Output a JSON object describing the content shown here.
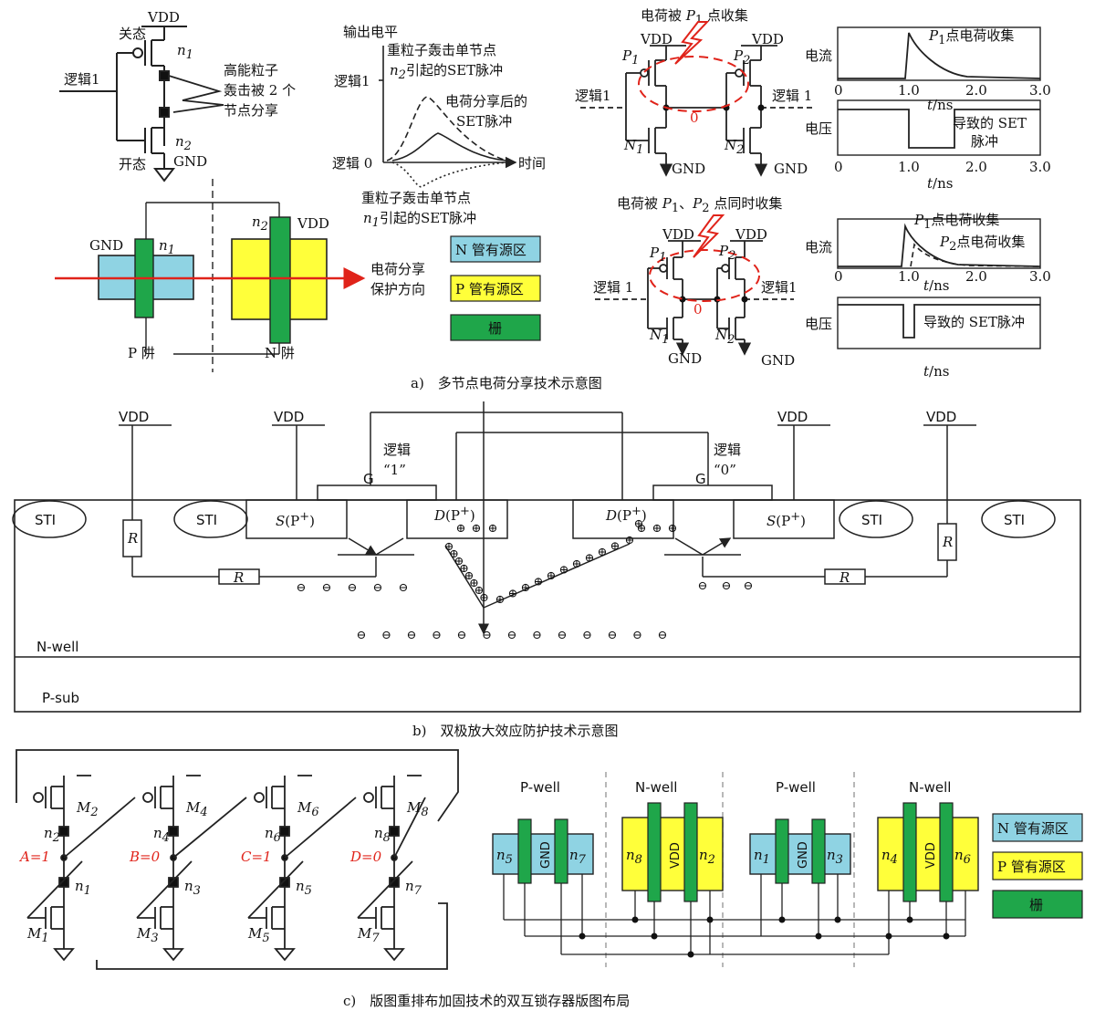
{
  "colors": {
    "n_active": "#8fd3e3",
    "p_active": "#ffff3a",
    "gate": "#1fa64a",
    "red": "#e0231a",
    "line": "#222222"
  },
  "legend": {
    "n_active": "N 管有源区",
    "p_active": "P 管有源区",
    "gate": "栅"
  },
  "panel_a": {
    "caption": "a)　多节点电荷分享技术示意图",
    "circuit": {
      "vdd": "VDD",
      "gnd": "GND",
      "off": "关态",
      "on": "开态",
      "logic1": "逻辑1",
      "n1": "n",
      "n1_sub": "1",
      "n2": "n",
      "n2_sub": "2",
      "note_l1": "高能粒子",
      "note_l2": "轰击被 2 个",
      "note_l3": "节点分享"
    },
    "waveform": {
      "ylabel": "输出电平",
      "logic1": "逻辑1",
      "logic0": "逻辑 0",
      "xlabel": "时间",
      "note_top_l1": "重粒子轰击单节点",
      "note_top_l2": "n",
      "note_top_l2_sub": "2",
      "note_top_l2_rest": "引起的SET脉冲",
      "note_mid_l1": "电荷分享后的",
      "note_mid_l2": "SET脉冲",
      "note_bot_l1": "重粒子轰击单节点",
      "note_bot_l2": "n",
      "note_bot_l2_sub": "1",
      "note_bot_l2_rest": "引起的SET脉冲"
    },
    "layout": {
      "gnd": "GND",
      "vdd": "VDD",
      "n1": "n",
      "n1_sub": "1",
      "n2": "n",
      "n2_sub": "2",
      "p_well": "P 阱",
      "n_well": "N 阱",
      "arrow_l1": "电荷分享",
      "arrow_l2": "保护方向"
    },
    "single": {
      "title_pre": "电荷被 ",
      "title_p": "P",
      "title_sub": "1",
      "title_post": " 点收集",
      "vdd": "VDD",
      "gnd": "GND",
      "p1": "P",
      "p1_sub": "1",
      "p2": "P",
      "p2_sub": "2",
      "n1": "N",
      "n1_sub": "1",
      "n2": "N",
      "n2_sub": "2",
      "logic_left": "逻辑1",
      "logic_right": "逻辑 1",
      "zero": "0",
      "current": "电流",
      "voltage": "电压",
      "cur_note_p": "P",
      "cur_note_sub": "1",
      "cur_note_post": "点电荷收集",
      "volt_note_l1": "导致的 SET",
      "volt_note_l2": "脉冲",
      "ticks": [
        "0",
        "1.0",
        "2.0",
        "3.0"
      ],
      "xunit_t": "t",
      "xunit": "/ns"
    },
    "double": {
      "title_pre": "电荷被 ",
      "title_p1": "P",
      "title_sub1": "1",
      "title_sep": "、",
      "title_p2": "P",
      "title_sub2": "2",
      "title_post": " 点同时收集",
      "vdd": "VDD",
      "gnd": "GND",
      "p1": "P",
      "p1_sub": "1",
      "p2": "P",
      "p2_sub": "2",
      "n1": "N",
      "n1_sub": "1",
      "n2": "N",
      "n2_sub": "2",
      "logic_left": "逻辑 1",
      "logic_right": "逻辑1",
      "zero": "0",
      "current": "电流",
      "voltage": "电压",
      "cur_note1_p": "P",
      "cur_note1_sub": "1",
      "cur_note1_post": "点电荷收集",
      "cur_note2_p": "P",
      "cur_note2_sub": "2",
      "cur_note2_post": "点电荷收集",
      "volt_note": "导致的 SET脉冲",
      "ticks": [
        "0",
        "1.0",
        "2.0",
        "3.0"
      ],
      "xunit_t": "t",
      "xunit": "/ns"
    }
  },
  "panel_b": {
    "caption": "b)　双极放大效应防护技术示意图",
    "vdd": "VDD",
    "sti": "STI",
    "r": "R",
    "g": "G",
    "s_left": "S",
    "s_p": "(P",
    "plus": "+",
    "close": ")",
    "d": "D",
    "logic_l1": "逻辑",
    "logic_1": "“1”",
    "logic_0": "“0”",
    "nwell": "N-well",
    "psub": "P-sub",
    "minus": "⊖",
    "plus_sym": "⊕"
  },
  "panel_c": {
    "caption": "c)　版图重排布加固技术的双互锁存器版图布局",
    "nodes_top": [
      "n",
      "n",
      "n",
      "n"
    ],
    "nodes_top_sub": [
      "2",
      "4",
      "6",
      "8"
    ],
    "nodes_bot_sub": [
      "1",
      "3",
      "5",
      "7"
    ],
    "pmos": [
      "M",
      "M",
      "M",
      "M"
    ],
    "pmos_sub": [
      "2",
      "4",
      "6",
      "8"
    ],
    "nmos_sub": [
      "1",
      "3",
      "5",
      "7"
    ],
    "values": [
      "A=1",
      "B=0",
      "C=1",
      "D=0"
    ],
    "p_well": "P-well",
    "n_well": "N-well",
    "gnd": "GND",
    "vdd": "VDD",
    "layout_nodes": [
      "5",
      "7",
      "8",
      "2",
      "1",
      "3",
      "4",
      "6"
    ]
  }
}
